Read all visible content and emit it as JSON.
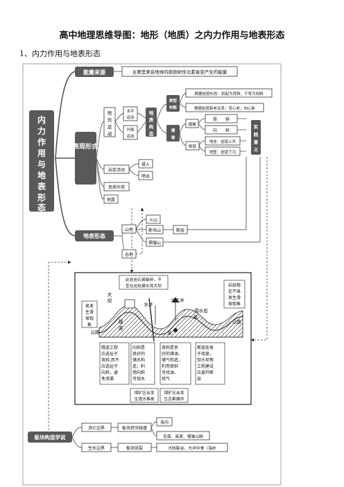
{
  "page": {
    "title": "高中地理思维导图：地形（地质）之内力作用与地表形态",
    "subtitle": "1、内力作用与地表形态"
  },
  "map": {
    "root": [
      "内",
      "力",
      "作",
      "用",
      "与",
      "地",
      "表",
      "形",
      "态"
    ],
    "energy_source": "能量来源",
    "energy_desc": "主要是来自地球内部放射性元素衰变产生的能量",
    "forms": "表现形式",
    "crust_movement": [
      "地",
      "壳",
      "运",
      "动"
    ],
    "horizontal": [
      "水平",
      "运动"
    ],
    "vertical": [
      "升降",
      "运动"
    ],
    "structure": [
      "地",
      "质",
      "构",
      "造"
    ],
    "judge": [
      "类型",
      "判断"
    ],
    "rock_shape": "根据岩层形态：拱起为背斜，下弯为向斜",
    "rock_age": "根据岩层新老关系：背心老；向心新",
    "fold": [
      "褶",
      "皱"
    ],
    "fold_label": "褶皱",
    "anticline": "背　　斜",
    "syncline": "向　　斜",
    "fault": "断层",
    "horst": "地垒：岩层上升",
    "graben": "地堑：岩层下沉",
    "significance": [
      "实",
      "践",
      "意",
      "义"
    ],
    "magma": "岩浆活动",
    "intrusion": "侵入",
    "extrusion": "喷出",
    "metamorphism": "变质作用",
    "earthquake": "地震",
    "landform": "地表形态",
    "mountain": "山地",
    "volcano": "火山",
    "fault_block": "断块山",
    "fold_mountain": "褶皱山",
    "rift_valley": "谷地",
    "rift_connector": "断层"
  },
  "section": {
    "note_top": [
      "此处岩石易破碎，不",
      "宜在此处建水库大坝"
    ],
    "note_right": [
      "岩层稳",
      "定不易",
      "发生滑",
      "坡现象"
    ],
    "note_left": [
      "易发",
      "生滑",
      "坡现",
      "象"
    ],
    "label_dam": [
      "大",
      "坝"
    ],
    "label_well": "水井",
    "label_gas": "油气井",
    "label_aquiclude": [
      "隔水层",
      "泉"
    ],
    "label_tunnel": [
      "隧",
      "道"
    ],
    "label_oil": "油",
    "label_road_left": "公路",
    "label_road_right": "公路",
    "box1": [
      "隧道工程",
      "应选址于",
      "背斜,而不",
      "应选址于",
      "向斜，避",
      "免渗漏"
    ],
    "box2": [
      "向斜是",
      "良好的",
      "储水构",
      "造，利",
      "用向斜",
      "可找水"
    ],
    "box3": [
      "背斜是良",
      "好的储油、",
      "储气构造，",
      "利用背斜",
      "可找油、",
      "找气"
    ],
    "box4": [
      "断层处易",
      "于找泉，",
      "但大坝等",
      "工程建设",
      "应避开断",
      "层"
    ],
    "coal1": [
      "煤矿区会发",
      "生透水事故"
    ],
    "coal2": [
      "煤矿区会发",
      "生瓦斯爆炸"
    ]
  },
  "plates": {
    "title": "板块构造学说",
    "consume": "消亡边界",
    "compress": "板块挤压碰撞",
    "trench": "海沟",
    "mountains": "岛弧、高原、褶皱山脉",
    "grow": "生长边界",
    "tension": "板块张裂",
    "rift": "大陆裂谷、大洋中脊（海岭"
  }
}
